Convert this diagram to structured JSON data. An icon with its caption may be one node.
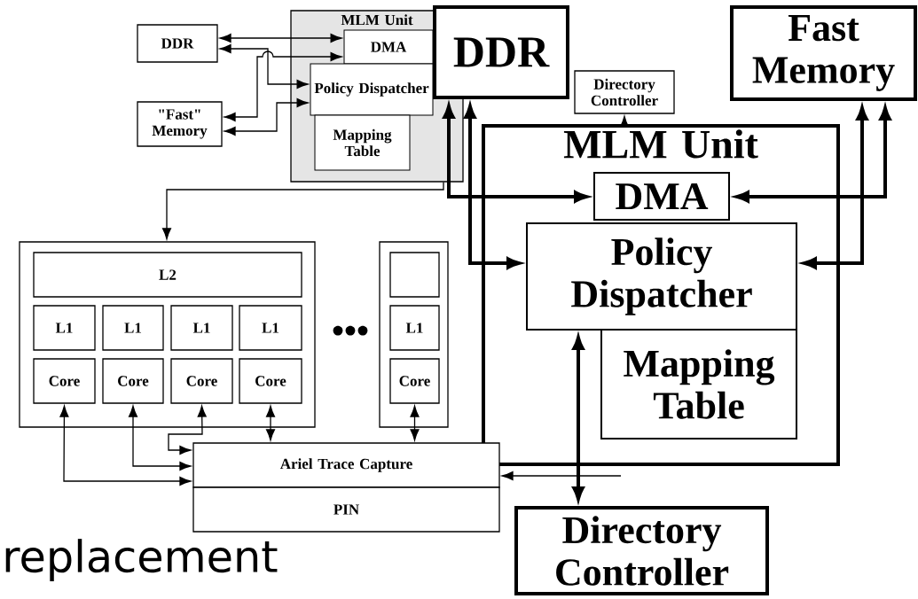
{
  "diagram": {
    "nodes": [
      {
        "text": [
          "DDR"
        ]
      },
      {
        "text": [
          "\"Fast\" Memory"
        ]
      },
      {
        "text": [
          "MLM Unit"
        ]
      },
      {
        "text": [
          "DMA"
        ],
        "in": 2
      },
      {
        "text": [
          "Policy Dispatcher"
        ],
        "in": 2
      },
      {
        "text": [
          "Mapping Table"
        ],
        "in": 2
      },
      {
        "text": [
          "DDR"
        ]
      },
      {
        "text": [
          "Directory Controller"
        ]
      },
      {
        "text": [
          "Fast Memory"
        ]
      },
      {
        "text": [
          "MLM Unit"
        ]
      },
      {
        "text": [
          "DMA"
        ],
        "in": 9
      },
      {
        "text": [
          "Policy Dispatcher"
        ],
        "in": 9
      },
      {
        "text": [
          "Mapping Table"
        ],
        "in": 9
      },
      {
        "text": [],
        "shape": "box"
      },
      {
        "text": [
          "L2"
        ],
        "in": 13
      },
      {
        "text": [
          "L1"
        ],
        "in": 13
      },
      {
        "text": [
          "L1"
        ],
        "in": 13
      },
      {
        "text": [
          "L1"
        ],
        "in": 13
      },
      {
        "text": [
          "L1"
        ],
        "in": 13
      },
      {
        "text": [
          "Core"
        ],
        "in": 13
      },
      {
        "text": [
          "Core"
        ],
        "in": 13
      },
      {
        "text": [
          "Core"
        ],
        "in": 13
      },
      {
        "text": [
          "Core"
        ],
        "in": 13
      },
      {
        "text": [],
        "shape": "box"
      },
      {
        "text": [],
        "shape": "box",
        "in": 23
      },
      {
        "text": [
          "L1"
        ],
        "in": 23
      },
      {
        "text": [
          "Core"
        ],
        "in": 23
      },
      {
        "text": [
          "Ariel Trace Capture"
        ]
      },
      {
        "text": [
          "PIN"
        ]
      },
      {
        "text": [
          "Directory Controller"
        ]
      }
    ],
    "edges": [
      {
        "from": 0,
        "to": 3,
        "arrow": "both"
      },
      {
        "from": 0,
        "to": 4,
        "arrow": "both"
      },
      {
        "from": 1,
        "to": 3,
        "arrow": "both"
      },
      {
        "from": 1,
        "to": 4,
        "arrow": "both"
      },
      {
        "from": 6,
        "to": 10,
        "arrow": "both",
        "style": "thick"
      },
      {
        "from": 6,
        "to": 11,
        "arrow": "both",
        "style": "thick"
      },
      {
        "from": 8,
        "to": 10,
        "arrow": "both",
        "style": "thick"
      },
      {
        "from": 8,
        "to": 11,
        "arrow": "both",
        "style": "thick"
      },
      {
        "from": 11,
        "to": 29,
        "arrow": "both",
        "style": "thick"
      },
      {
        "from": 9,
        "to": 7,
        "arrow": "to"
      },
      {
        "from": 2,
        "to": 13,
        "arrow": "to"
      },
      {
        "from": 19,
        "to": 27,
        "arrow": "both"
      },
      {
        "from": 20,
        "to": 27,
        "arrow": "both"
      },
      {
        "from": 21,
        "to": 27,
        "arrow": "both"
      },
      {
        "from": 22,
        "to": 27,
        "arrow": "both"
      },
      {
        "from": 26,
        "to": 27,
        "arrow": "both"
      },
      {
        "from": null,
        "to": 27,
        "arrow": "to"
      }
    ],
    "labels": [
      "•••",
      "replacement"
    ]
  }
}
